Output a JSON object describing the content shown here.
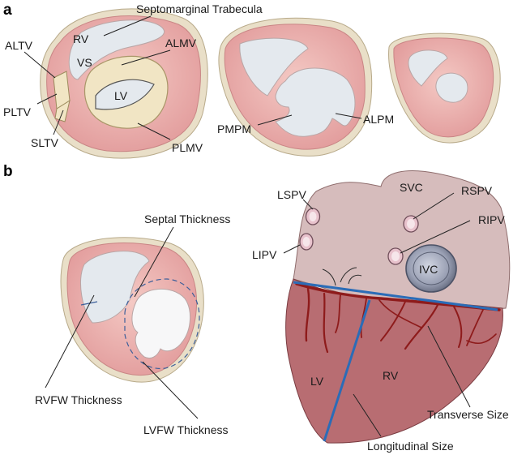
{
  "panels": {
    "a": "a",
    "b": "b"
  },
  "labels": {
    "septomarginal": "Septomarginal Trabecula",
    "rv_a": "RV",
    "vs": "VS",
    "almv": "ALMV",
    "altv": "ALTV",
    "lv_a": "LV",
    "pltv": "PLTV",
    "sltv": "SLTV",
    "plmv": "PLMV",
    "pmpm": "PMPM",
    "alpm": "ALPM",
    "septal_thickness": "Septal Thickness",
    "rvfw_thickness": "RVFW Thickness",
    "lvfw_thickness": "LVFW Thickness",
    "lspv": "LSPV",
    "svc": "SVC",
    "rspv": "RSPV",
    "ripv": "RIPV",
    "lipv": "LIPV",
    "ivc": "IVC",
    "lv_b": "LV",
    "rv_b": "RV",
    "transverse_size": "Transverse Size",
    "longitudinal_size": "Longitudinal Size"
  },
  "colors": {
    "myocardium": "#e6a4a4",
    "pericardium": "#e9dfc8",
    "cavity": "#e4e9ee",
    "valve": "#f1e5c4",
    "atria": "#d6bcbc",
    "ventricle": "#b86d72",
    "vessel": "#8e1b1b",
    "measure": "#2b6cb7"
  }
}
